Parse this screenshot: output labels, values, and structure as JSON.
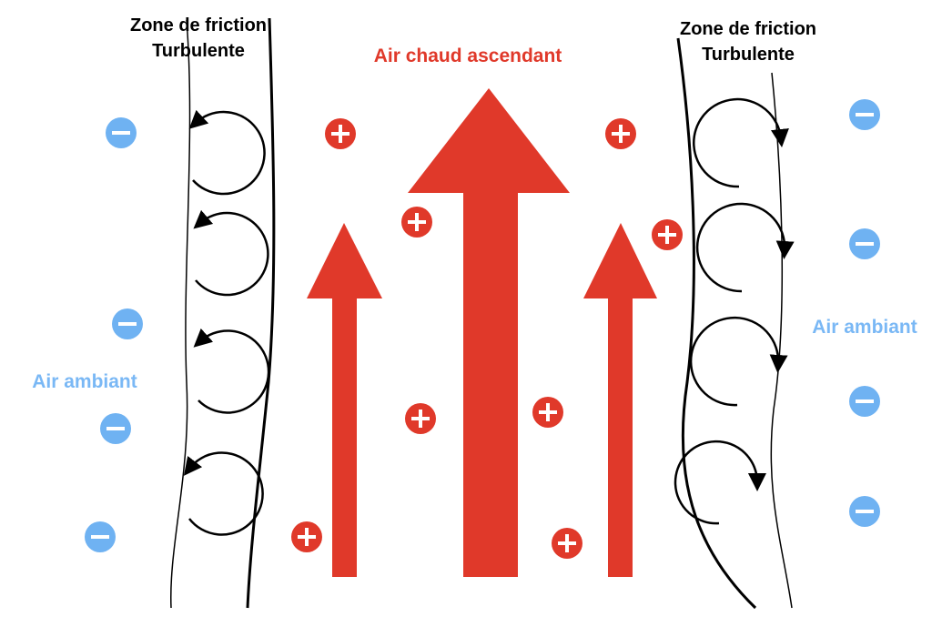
{
  "labels": {
    "left_zone_line1": "Zone de friction",
    "left_zone_line2": "Turbulente",
    "right_zone_line1": "Zone de friction",
    "right_zone_line2": "Turbulente",
    "hot_air": "Air chaud ascendant",
    "ambient_left": "Air ambiant",
    "ambient_right": "Air ambiant"
  },
  "symbols": {
    "plus": "+",
    "minus": "−"
  },
  "colors": {
    "hot": "#e0392a",
    "ambient": "#6fb2f2",
    "line": "#000000"
  }
}
